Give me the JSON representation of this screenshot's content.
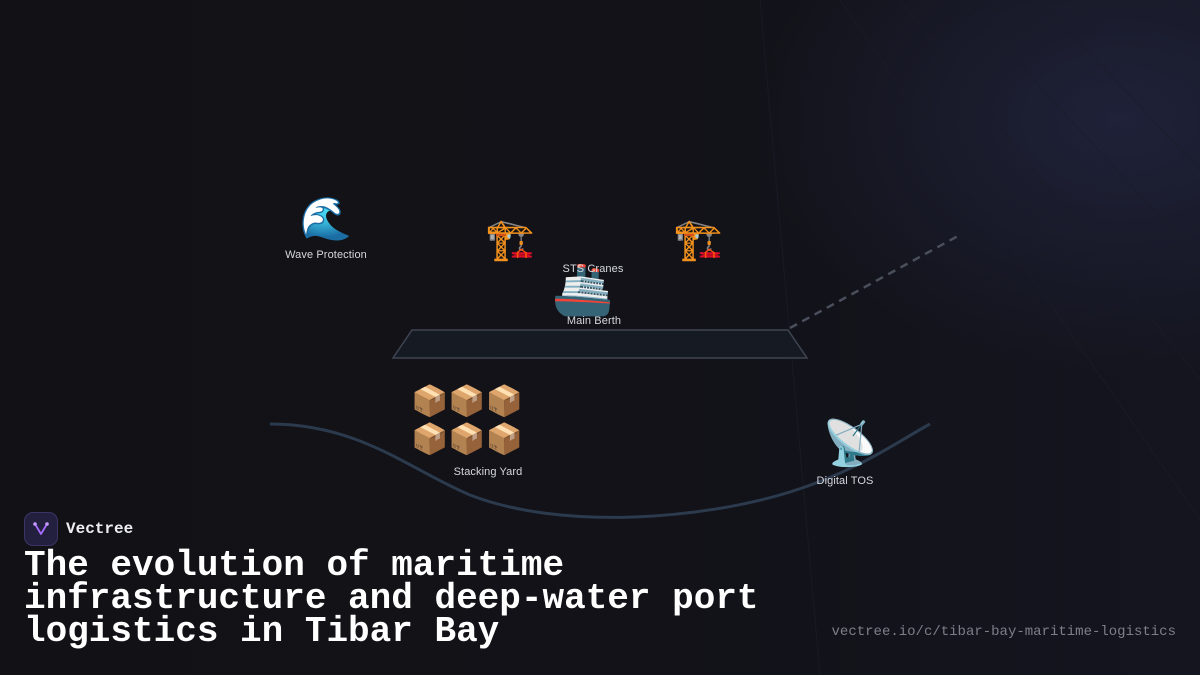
{
  "brand": {
    "name": "Vectree",
    "accent_color": "#a66bff"
  },
  "headline": "The evolution of maritime infrastructure and deep-water port logistics in Tibar Bay",
  "url": "vectree.io/c/tibar-bay-maritime-logistics",
  "nodes": {
    "wave_protection": {
      "icon": "🌊",
      "icon_name": "wave-icon",
      "label": "Wave Protection"
    },
    "crane_left": {
      "icon": "🏗️",
      "icon_name": "crane-icon"
    },
    "crane_right": {
      "icon": "🏗️",
      "icon_name": "crane-icon"
    },
    "sts_cranes": {
      "label": "STS Cranes"
    },
    "main_berth": {
      "icon": "🚢",
      "icon_name": "ship-icon",
      "label": "Main Berth"
    },
    "stacking_yard": {
      "icon_row_1": "📦📦📦",
      "icon_row_2": "📦📦📦",
      "icon_name": "package-icon",
      "label": "Stacking Yard"
    },
    "digital_tos": {
      "icon": "📡",
      "icon_name": "satellite-antenna-icon",
      "label": "Digital TOS"
    }
  },
  "colors": {
    "background": "#111116",
    "quay_fill": "#161a22",
    "quay_stroke": "#3e4452",
    "curve_stroke": "#2c3a4e",
    "dashed_stroke": "#4a4f5c"
  }
}
